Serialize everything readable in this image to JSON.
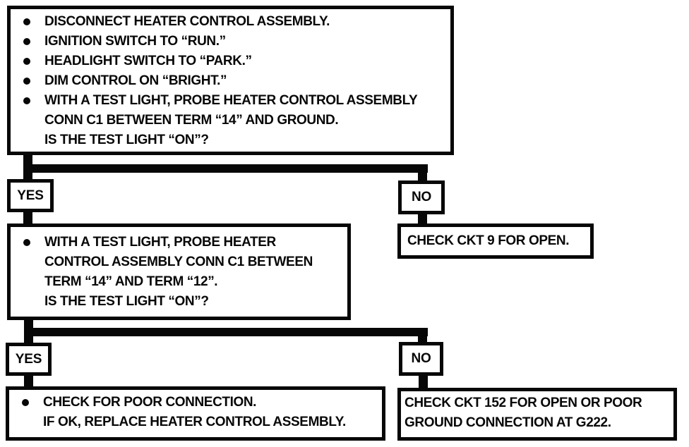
{
  "colors": {
    "ink": "#070707",
    "paper": "#ffffff"
  },
  "flowchart": {
    "step1": {
      "bullets": [
        "DISCONNECT HEATER CONTROL ASSEMBLY.",
        "IGNITION SWITCH TO “RUN.”",
        "HEADLIGHT SWITCH TO “PARK.”",
        "DIM CONTROL ON “BRIGHT.”",
        "WITH A TEST LIGHT, PROBE HEATER CONTROL ASSEMBLY\nCONN C1 BETWEEN TERM “14” AND GROUND.\nIS THE TEST LIGHT “ON”?"
      ]
    },
    "branches": {
      "first": {
        "yes": "YES",
        "no": "NO"
      },
      "second": {
        "yes": "YES",
        "no": "NO"
      }
    },
    "step2": {
      "text": "WITH A TEST LIGHT, PROBE HEATER\nCONTROL ASSEMBLY CONN C1 BETWEEN\nTERM “14” AND TERM “12”.\nIS THE TEST LIGHT “ON”?"
    },
    "results": {
      "ckt9": "CHECK CKT 9 FOR OPEN.",
      "poor_connection": "CHECK FOR POOR CONNECTION.\nIF OK, REPLACE HEATER CONTROL ASSEMBLY.",
      "ckt152": "CHECK CKT 152 FOR OPEN OR POOR\nGROUND CONNECTION AT G222."
    }
  }
}
